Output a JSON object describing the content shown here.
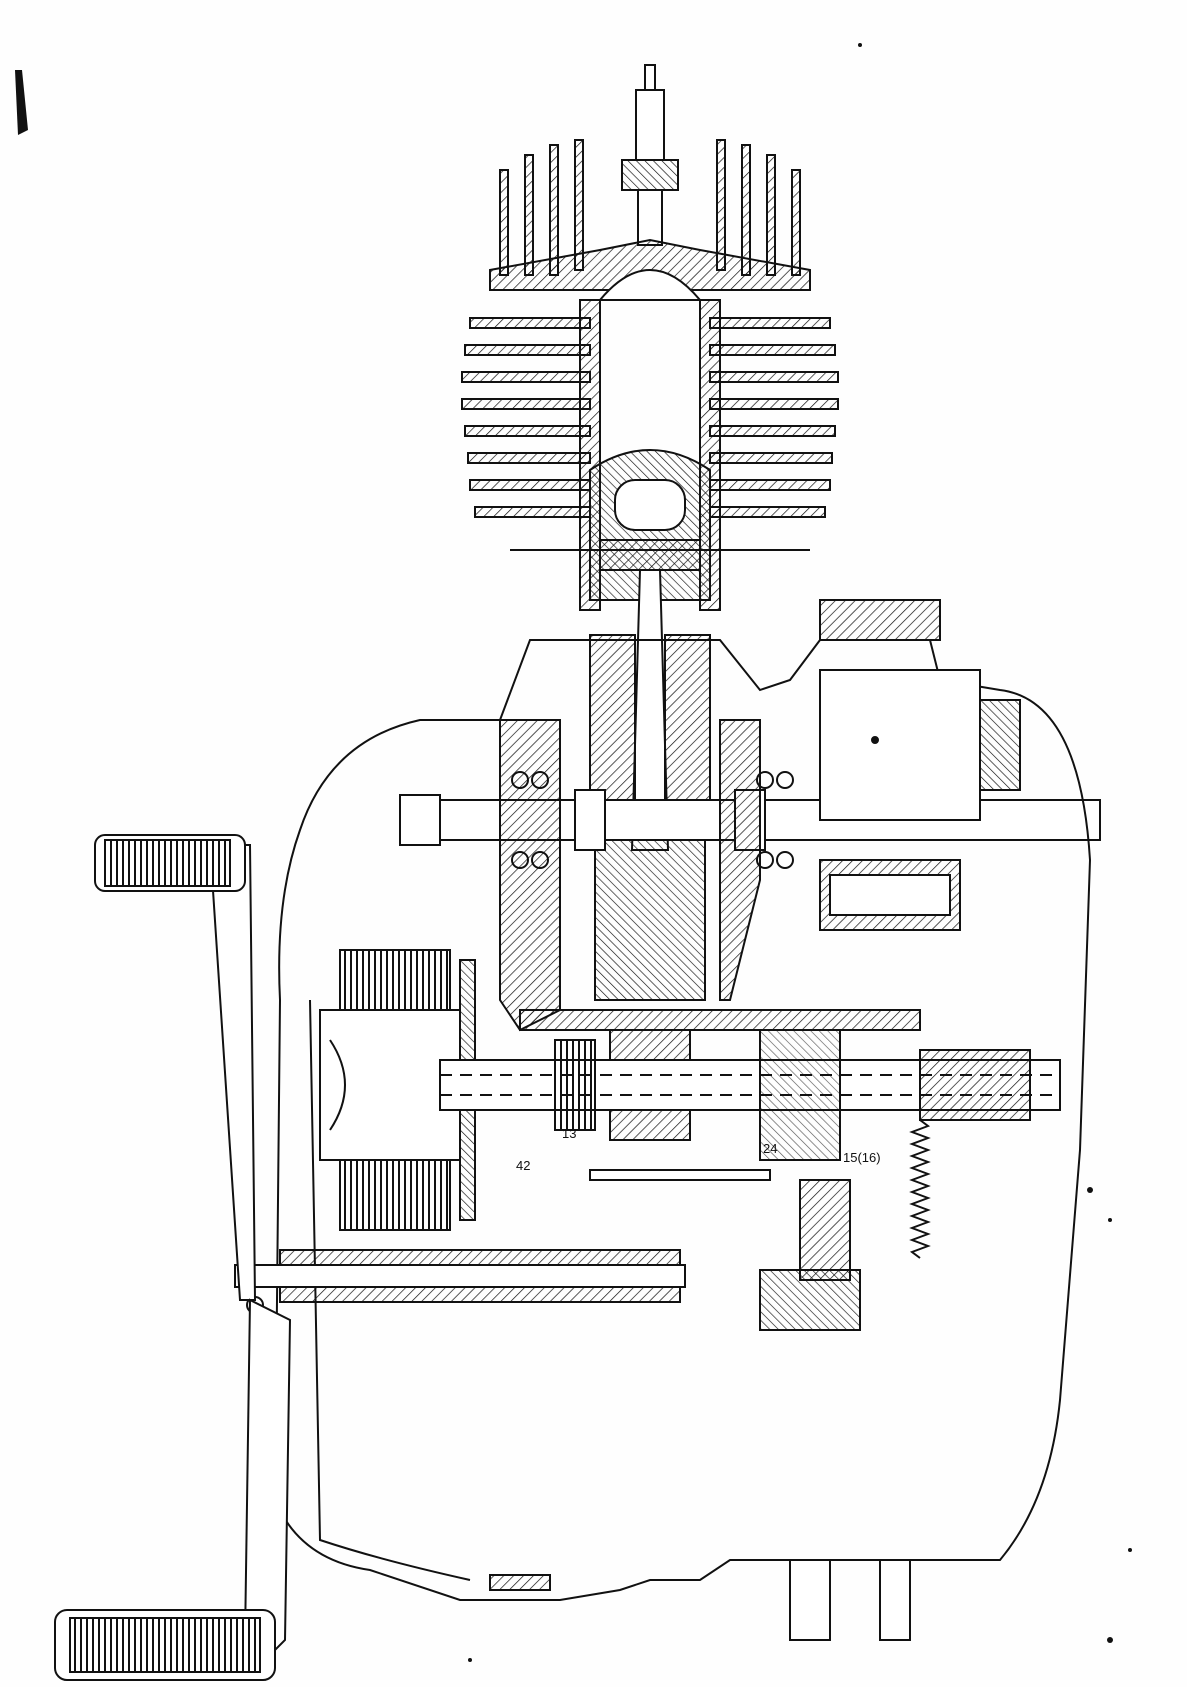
{
  "drawing": {
    "subject": "engine-cross-section",
    "ink_color": "#111111",
    "paper_color": "#fefefe",
    "labels": {
      "gear": "13",
      "lever": "42",
      "bearing": "24",
      "selector": "15(16)"
    }
  }
}
